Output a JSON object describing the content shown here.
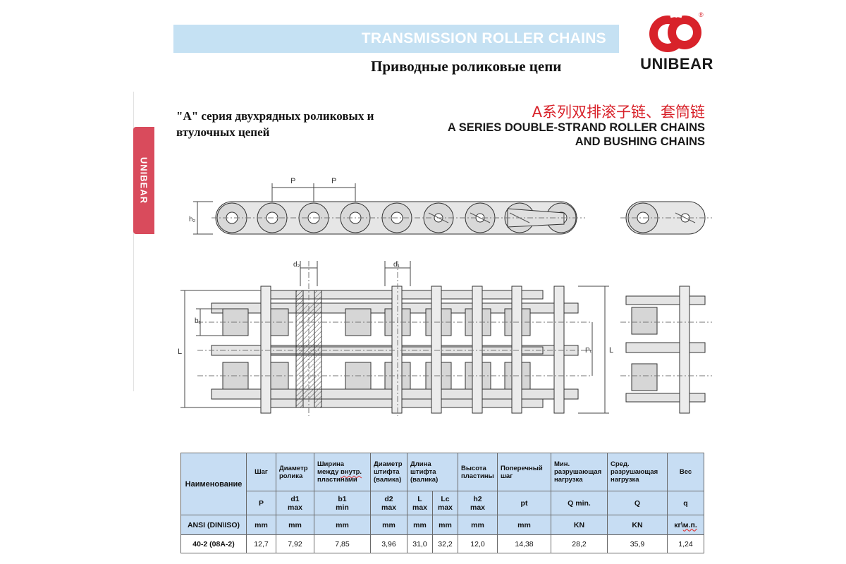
{
  "header": {
    "banner_title": "TRANSMISSION ROLLER CHAINS",
    "subtitle_ru": "Приводные роликовые цепи",
    "brand": "UNIBEAR",
    "registered": "®"
  },
  "side_tab": {
    "label": "UNIBEAR"
  },
  "series": {
    "ru_line1": "\"A\" серия двухрядных роликовых и",
    "ru_line2": "втулочных цепей",
    "cn": "A系列双排滚子链、套筒链",
    "en_line1": "A SERIES DOUBLE-STRAND ROLLER CHAINS",
    "en_line2": "AND BUSHING CHAINS"
  },
  "drawing_labels": {
    "p1": "P",
    "p2": "P",
    "h2": "h₂",
    "d2": "d₂",
    "d1": "d₁",
    "b1": "b₁",
    "L_left": "L",
    "pt": "Pₜ",
    "L_right": "L"
  },
  "table": {
    "headers": {
      "name": "Наименование",
      "pitch": "Шаг",
      "roller_dia": "Диаметр ролика",
      "inner_width_a": "Ширина между ",
      "inner_width_b": "внутр.",
      "inner_width_c": " пластинами",
      "pin_dia": "Диаметр штифта (валика)",
      "pin_len": "Длина штифта (валика)",
      "plate_h": "Высота пластины",
      "trans_pitch": "Поперечный шаг",
      "min_break": "Мин. разрушающая нагрузка",
      "avg_break": "Сред. разрушающая нагрузка",
      "weight": "Вес"
    },
    "symbols": {
      "p": "P",
      "d1": "d1",
      "d1b": "max",
      "b1": "b1",
      "b1b": "min",
      "d2": "d2",
      "d2b": "max",
      "L": "L",
      "Lb": "max",
      "Lc": "Lc",
      "Lcb": "max",
      "h2": "h2",
      "h2b": "max",
      "pt": "pt",
      "q_min": "Q min.",
      "q": "Q",
      "w": "q"
    },
    "units": {
      "name": "ANSI (DIN\\ISO)",
      "p": "mm",
      "d1": "mm",
      "b1": "mm",
      "d2": "mm",
      "L": "mm",
      "Lc": "mm",
      "h2": "mm",
      "pt": "mm",
      "q_min": "KN",
      "q": "KN",
      "w_a": "кг\\",
      "w_b": "м.п."
    },
    "row": {
      "name": "40-2 (08A-2)",
      "p": "12,7",
      "d1": "7,92",
      "b1": "7,85",
      "d2": "3,96",
      "L": "31,0",
      "Lc": "32,2",
      "h2": "12,0",
      "pt": "14,38",
      "q_min": "28,2",
      "q": "35,9",
      "w": "1,24"
    }
  },
  "colors": {
    "banner": "#c5e1f3",
    "brand_red": "#d8222a",
    "side_tab": "#d94b5c",
    "table_header": "#c7ddf3"
  }
}
